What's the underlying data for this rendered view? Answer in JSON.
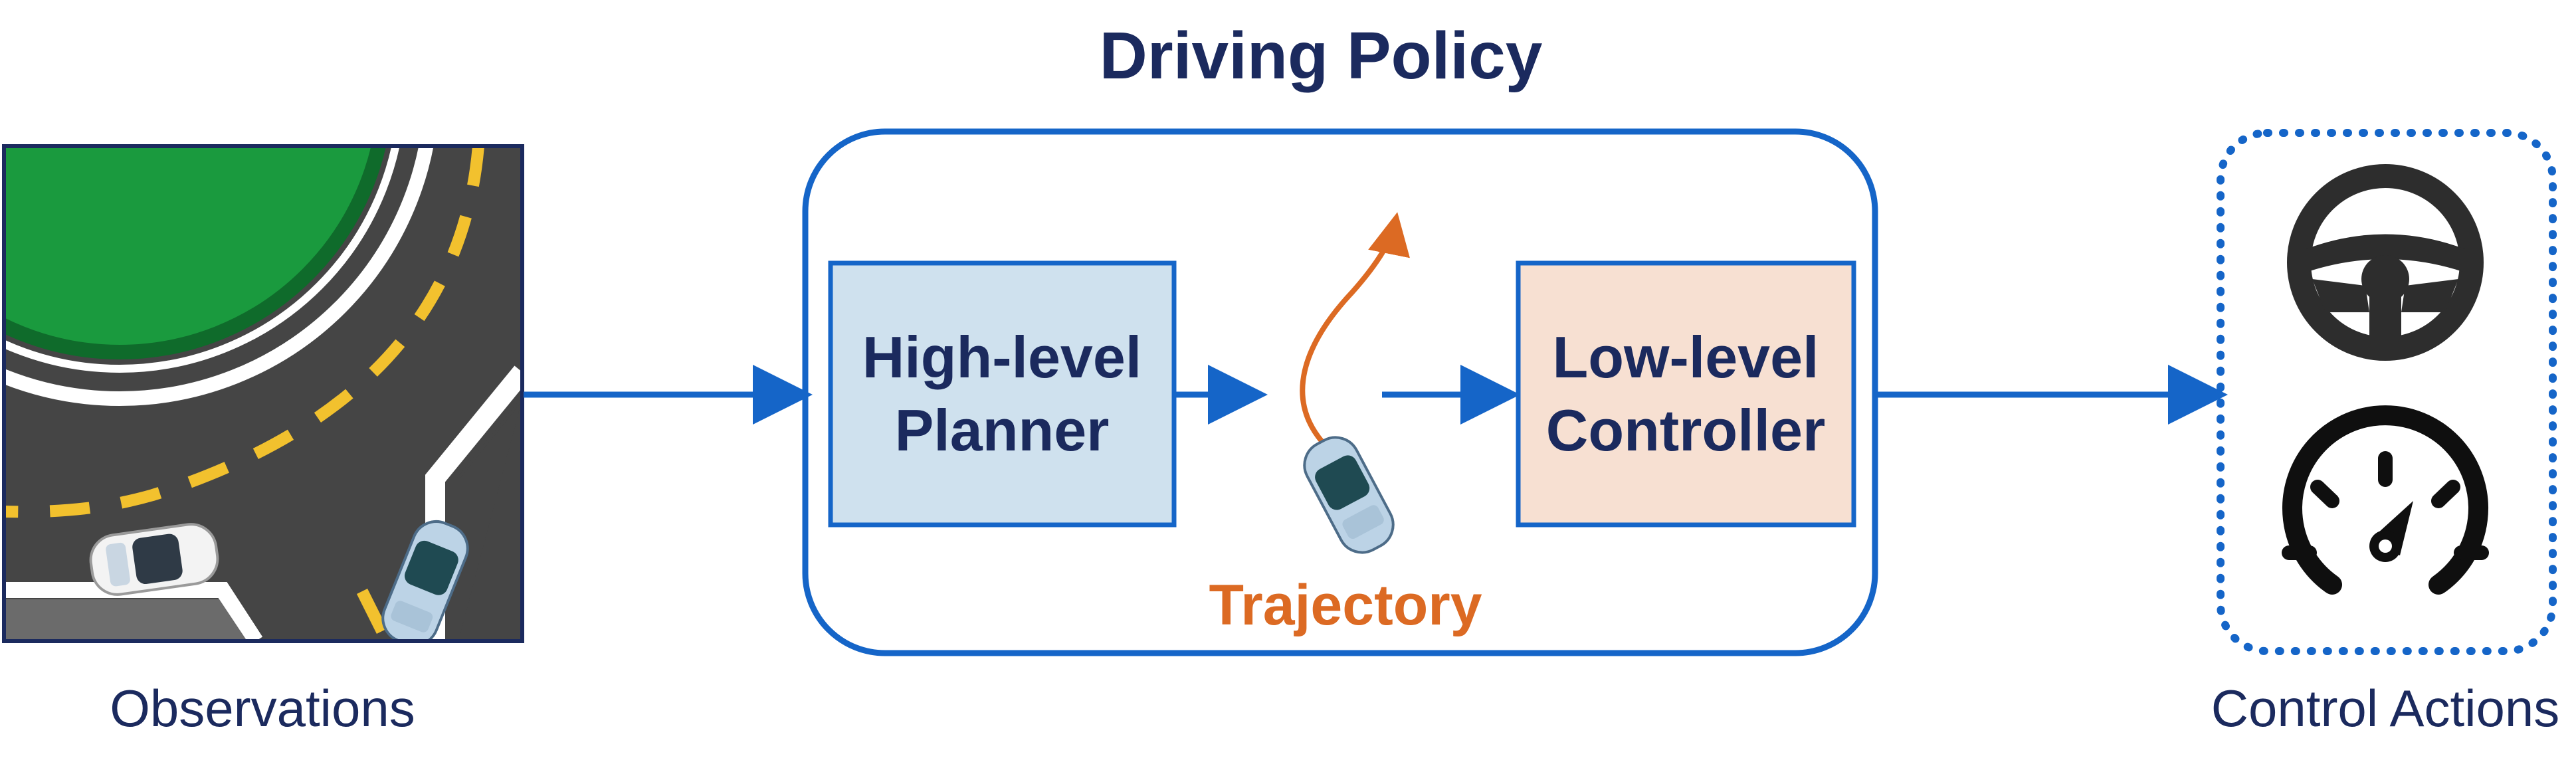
{
  "title": "Driving Policy",
  "inputs": {
    "label": "Observations"
  },
  "planner": {
    "line1": "High-level",
    "line2": "Planner"
  },
  "trajectory": {
    "label": "Trajectory"
  },
  "controller": {
    "line1": "Low-level",
    "line2": "Controller"
  },
  "outputs": {
    "label": "Control Actions"
  },
  "icons": {
    "observation": "top-down-roundabout-scene",
    "planned_path": "car-with-curved-trajectory-arrow",
    "steering": "steering-wheel-icon",
    "speed": "speedometer-icon"
  },
  "colors": {
    "primary_blue": "#1565c8",
    "navy_text": "#1b2a5e",
    "trajectory_orange": "#dc6a23",
    "planner_fill": "#cfe1ee",
    "controller_fill": "#f7e0d2",
    "road_gray": "#454545",
    "grass_green": "#1a9a3e",
    "lane_yellow": "#f2c12e"
  }
}
